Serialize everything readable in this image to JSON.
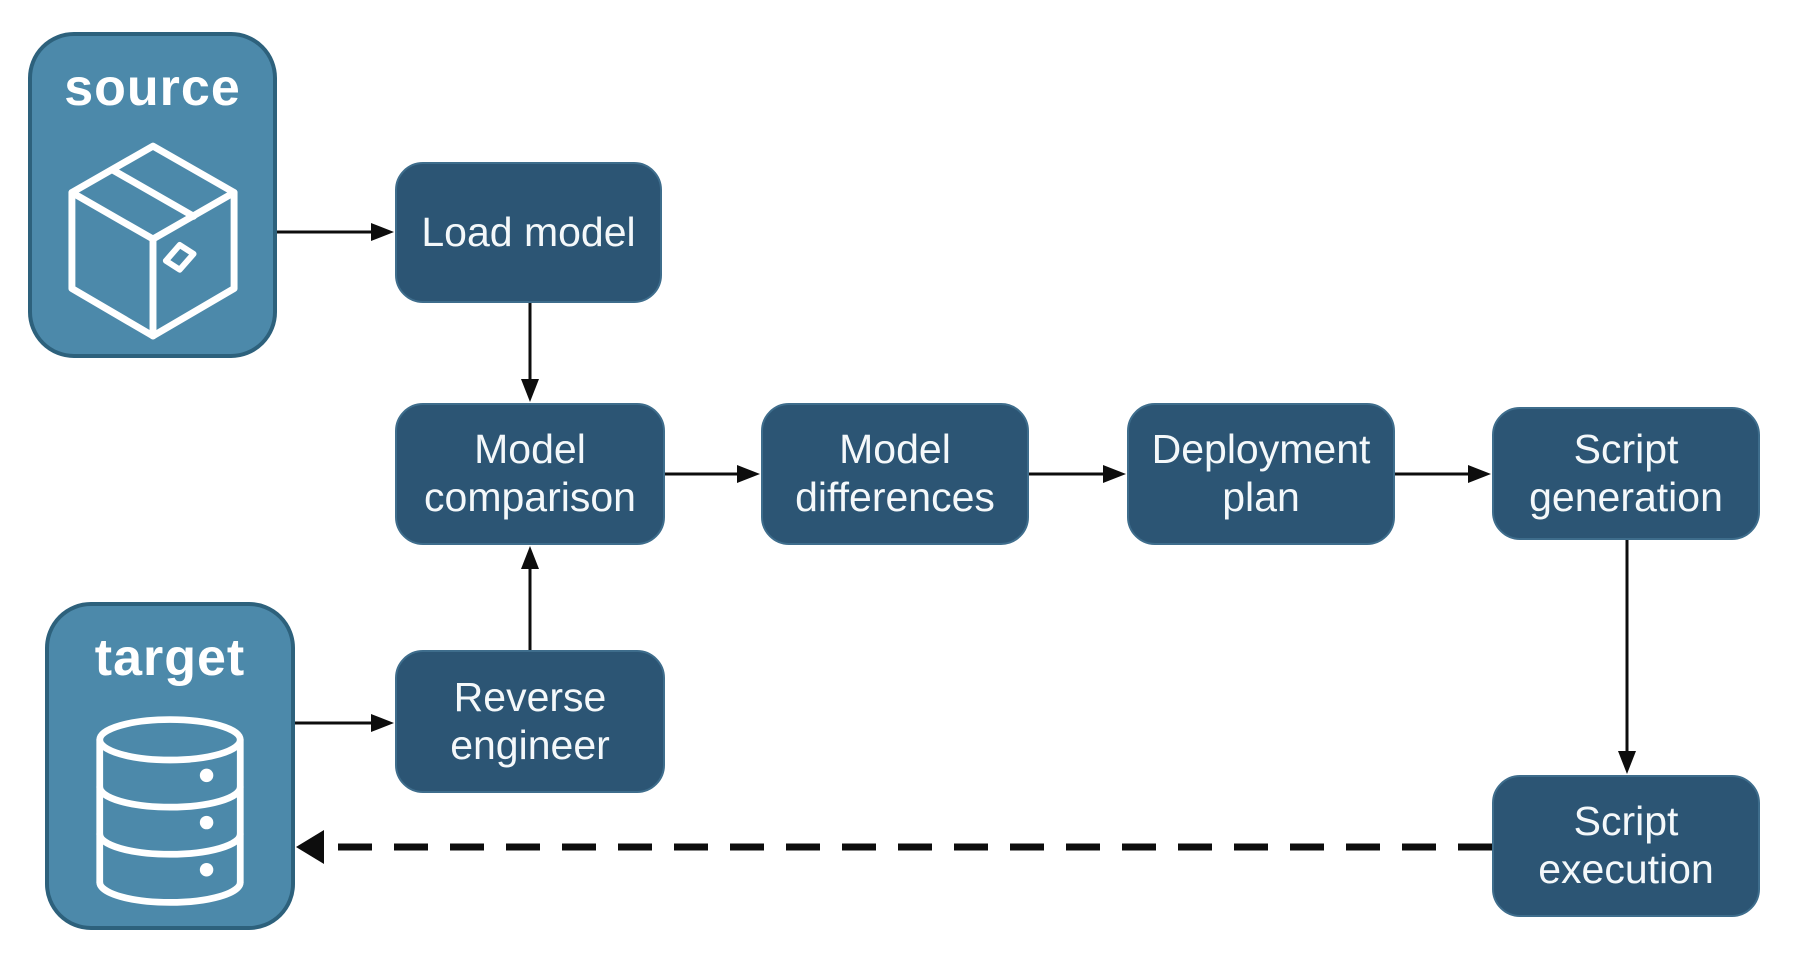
{
  "diagram": {
    "type": "flowchart",
    "background": "#FFFFFF",
    "colors": {
      "entity_fill": "#4C89AA",
      "entity_border": "#2D617C",
      "process_fill": "#2C5574",
      "label_text": "#FFFFFF",
      "arrow": "#0D0D0D"
    },
    "entities": [
      {
        "id": "source",
        "label": "source",
        "icon": "package-icon"
      },
      {
        "id": "target",
        "label": "target",
        "icon": "database-icon"
      }
    ],
    "processes": [
      {
        "id": "load_model",
        "label": "Load model"
      },
      {
        "id": "model_comparison",
        "label": "Model comparison"
      },
      {
        "id": "model_differences",
        "label": "Model differences"
      },
      {
        "id": "deployment_plan",
        "label": "Deployment plan"
      },
      {
        "id": "script_generation",
        "label": "Script generation"
      },
      {
        "id": "reverse_engineer",
        "label": "Reverse engineer"
      },
      {
        "id": "script_execution",
        "label": "Script execution"
      }
    ],
    "edges": [
      {
        "from": "source",
        "to": "load_model",
        "style": "solid"
      },
      {
        "from": "load_model",
        "to": "model_comparison",
        "style": "solid"
      },
      {
        "from": "model_comparison",
        "to": "model_differences",
        "style": "solid"
      },
      {
        "from": "model_differences",
        "to": "deployment_plan",
        "style": "solid"
      },
      {
        "from": "deployment_plan",
        "to": "script_generation",
        "style": "solid"
      },
      {
        "from": "target",
        "to": "reverse_engineer",
        "style": "solid"
      },
      {
        "from": "reverse_engineer",
        "to": "model_comparison",
        "style": "solid"
      },
      {
        "from": "script_generation",
        "to": "script_execution",
        "style": "solid"
      },
      {
        "from": "script_execution",
        "to": "target",
        "style": "dashed"
      }
    ]
  }
}
